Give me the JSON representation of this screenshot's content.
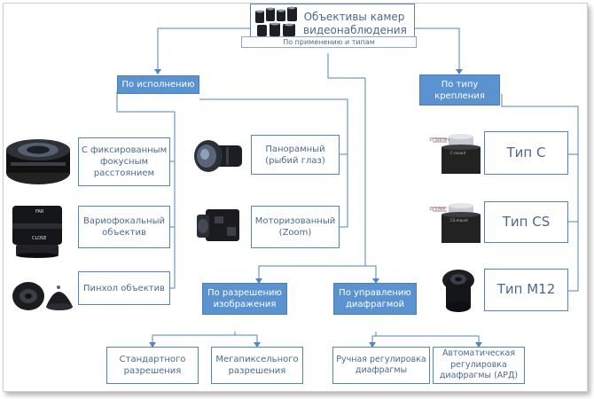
{
  "root": {
    "title": "Объективы камер видеонаблюдения",
    "subtitle": "По применению и типам"
  },
  "categories": {
    "execution": "По исполнению",
    "mount": "По типу крепления",
    "resolution": "По разрешению изображения",
    "aperture": "По управлению диафрагмой"
  },
  "execution_items": [
    "С фиксированным фокусным расстоянием",
    "Вариофокальный объектив",
    "Пинхол объектив",
    "Панорамный (рыбий глаз)",
    "Моторизованный (Zoom)"
  ],
  "mount_items": [
    "Тип С",
    "Тип CS",
    "Тип М12"
  ],
  "resolution_items": [
    "Стандартного разрешения",
    "Мегапиксельного разрешения"
  ],
  "aperture_items": [
    "Ручная регулировка диафрагмы",
    "Автоматическая регулировка диафрагмы (АРД)"
  ],
  "lens_labels": {
    "far": "FAR",
    "close": "CLOSE",
    "dim_c": "17.526 mm",
    "dim_cs": "12.5 mm",
    "c_mount": "C-mount",
    "cs_mount": "CS-mount"
  },
  "colors": {
    "accent_fill": "#5b93d1",
    "outline": "#4e86c0",
    "text": "#4a6a8f",
    "lens_body": "#1c1f24"
  }
}
